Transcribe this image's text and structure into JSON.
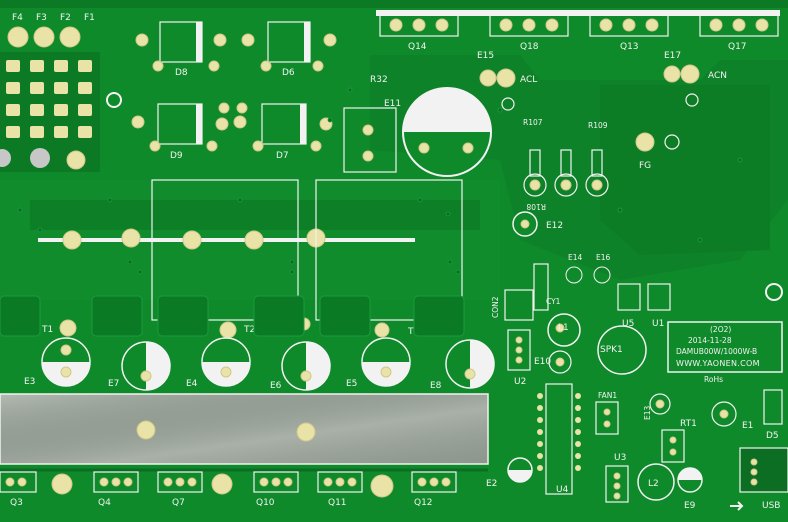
{
  "labels": {
    "fuses": [
      "F4",
      "F3",
      "F2",
      "F1"
    ],
    "transistors_top": [
      "Q14",
      "Q18",
      "Q13",
      "Q17"
    ],
    "transistors_bottom": [
      "Q3",
      "Q4",
      "Q7",
      "Q10",
      "Q11",
      "Q12"
    ],
    "diodes": [
      "D8",
      "D6",
      "D9",
      "D7"
    ],
    "r32": "R32",
    "e11": "E11",
    "e15": "E15",
    "acl": "ACL",
    "e17": "E17",
    "acn": "ACN",
    "r107": "R107",
    "r109": "R109",
    "r108_mirror": "R108",
    "fg": "FG",
    "e12": "E12",
    "e14": "E14",
    "e16": "E16",
    "cy1": "CY1",
    "con2": "CON2",
    "u5": "U5",
    "u1": "U1",
    "transformers": [
      "T1",
      "T2",
      "T3"
    ],
    "caps_row": [
      "E3",
      "E7",
      "E4",
      "E6",
      "E5",
      "E8"
    ],
    "l1": "L1",
    "e10": "E10",
    "u2": "U2",
    "spk1": "SPK1",
    "fan1": "FAN1",
    "e13": "E13",
    "rt1": "RT1",
    "e1": "E1",
    "d5": "D5",
    "u4": "U4",
    "u3": "U3",
    "l2": "L2",
    "e9": "E9",
    "e2": "E2",
    "usb": "USB"
  },
  "info_box": {
    "line1": "(2O2)",
    "line2": "2014-11-28",
    "line3": "DAMUB00W/1000W-B",
    "line4": "WWW.YAONEN.COM"
  },
  "rohs": "RoHs",
  "colors": {
    "board": "#0f8a2a",
    "silkscreen": "#f2f2f2",
    "pad": "#e9e3a8",
    "heatsink": "#9aa39a"
  }
}
